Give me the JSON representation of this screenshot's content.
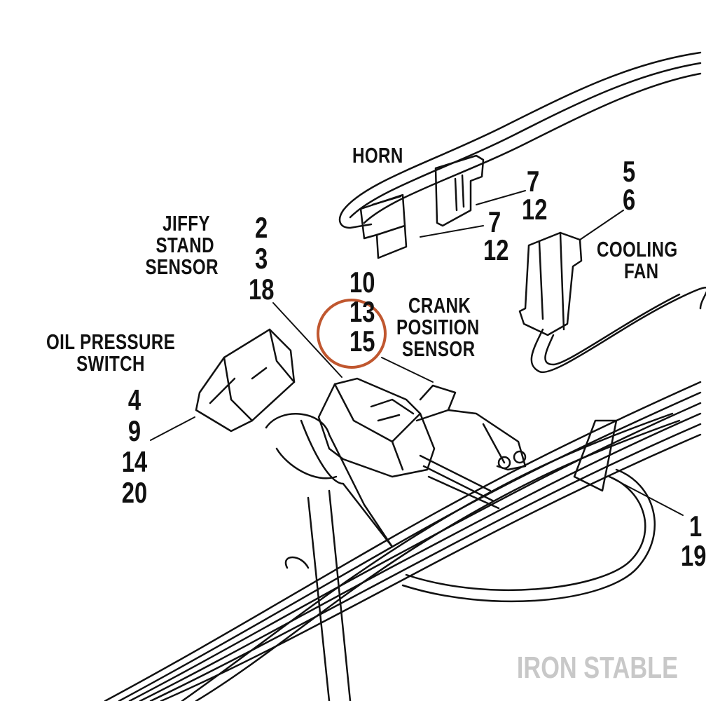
{
  "labels": {
    "horn": "HORN",
    "horn_ref_a_1": "7",
    "horn_ref_a_2": "12",
    "horn_ref_b_1": "7",
    "horn_ref_b_2": "12",
    "cooling_fan_ref_1": "5",
    "cooling_fan_ref_2": "6",
    "cooling_fan_1": "COOLING",
    "cooling_fan_2": "FAN",
    "jiffy_1": "JIFFY",
    "jiffy_2": "STAND",
    "jiffy_3": "SENSOR",
    "jiffy_ref_1": "2",
    "jiffy_ref_2": "3",
    "jiffy_ref_3": "18",
    "crank_ref_1": "10",
    "crank_ref_2": "13",
    "crank_ref_3": "15",
    "crank_1": "CRANK",
    "crank_2": "POSITION",
    "crank_3": "SENSOR",
    "oil_1": "OIL PRESSURE",
    "oil_2": "SWITCH",
    "oil_ref_1": "4",
    "oil_ref_2": "9",
    "oil_ref_3": "14",
    "oil_ref_4": "20",
    "edge_ref_1": "1",
    "edge_ref_2": "19"
  },
  "watermark": "IRON STABLE",
  "colors": {
    "ink": "#111111",
    "highlight_circle": "#c0572f",
    "watermark": "#c8c8c8"
  }
}
